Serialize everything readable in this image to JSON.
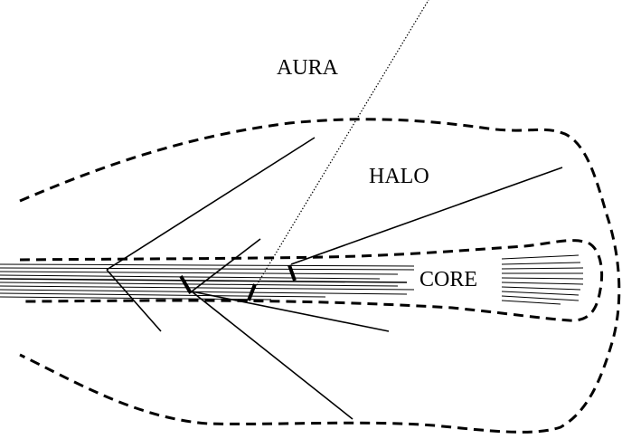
{
  "labels": {
    "aura": "AURA",
    "halo": "HALO",
    "core": "CORE"
  },
  "colors": {
    "ink": "#000000",
    "background": "#ffffff"
  }
}
